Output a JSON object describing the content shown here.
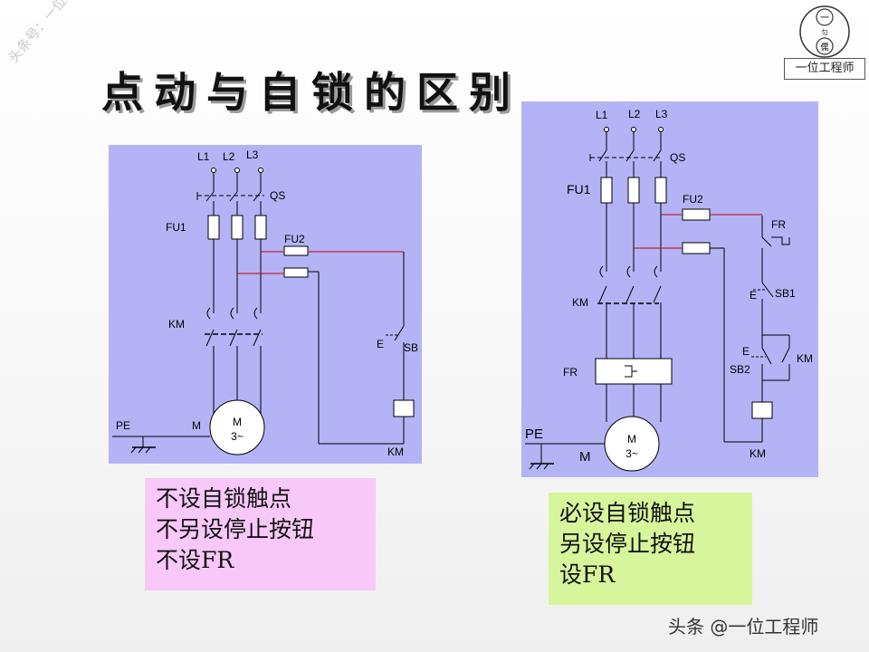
{
  "watermark": "头条号：一位工程师",
  "logo": {
    "top_glyph": "一",
    "mid_glyph": "匀",
    "bottom_glyph": "儒",
    "text": "一位工程师"
  },
  "title": "点动与自锁的区别",
  "left_diagram": {
    "phases": [
      "L1",
      "L2",
      "L3"
    ],
    "switch": "QS",
    "fuse_main": "FU1",
    "fuse_ctrl": "FU2",
    "contactor": "KM",
    "button": "SB",
    "coil": "KM",
    "ground": "PE",
    "motor_label": "M",
    "motor_m": "M",
    "motor_phase": "3~",
    "button_mark": "E"
  },
  "right_diagram": {
    "phases": [
      "L1",
      "L2",
      "L3"
    ],
    "switch": "QS",
    "fuse_main": "FU1",
    "fuse_ctrl": "FU2",
    "contactor": "KM",
    "relay": "FR",
    "relay_contact": "FR",
    "stop_button": "SB1",
    "start_button": "SB2",
    "self_lock": "KM",
    "coil": "KM",
    "ground": "PE",
    "motor_label": "M",
    "motor_m": "M",
    "motor_phase": "3~",
    "button_mark_1": "E",
    "button_mark_2": "E"
  },
  "notes": {
    "left": [
      "不设自锁触点",
      "不另设停止按钮",
      "不设FR"
    ],
    "right": [
      "必设自锁触点",
      "另设停止按钮",
      "设FR"
    ]
  },
  "colors": {
    "panel": "#b3b3f6",
    "note_left": "#f8c8f8",
    "note_right": "#d7f59b",
    "wire_red": "#c00000"
  },
  "footer": "头条 @一位工程师"
}
